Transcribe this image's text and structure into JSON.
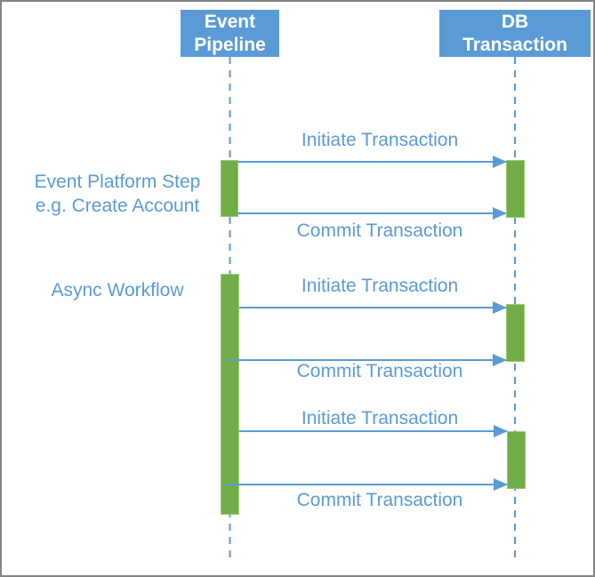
{
  "actors": [
    {
      "line1": "Event",
      "line2": "Pipeline"
    },
    {
      "line1": "DB",
      "line2": "Transaction"
    }
  ],
  "annotations": {
    "step": {
      "line1": "Event Platform Step",
      "line2": "e.g. Create Account"
    },
    "workflow": {
      "label": "Async Workflow"
    }
  },
  "messages": [
    {
      "label": "Initiate Transaction"
    },
    {
      "label": "Commit Transaction"
    },
    {
      "label": "Initiate Transaction"
    },
    {
      "label": "Commit Transaction"
    },
    {
      "label": "Initiate Transaction"
    },
    {
      "label": "Commit Transaction"
    }
  ],
  "colors": {
    "actor_fill": "#5b9bd5",
    "label_blue": "#5b9bd5",
    "activation_green": "#70ad47",
    "frame_gray": "#848484"
  }
}
